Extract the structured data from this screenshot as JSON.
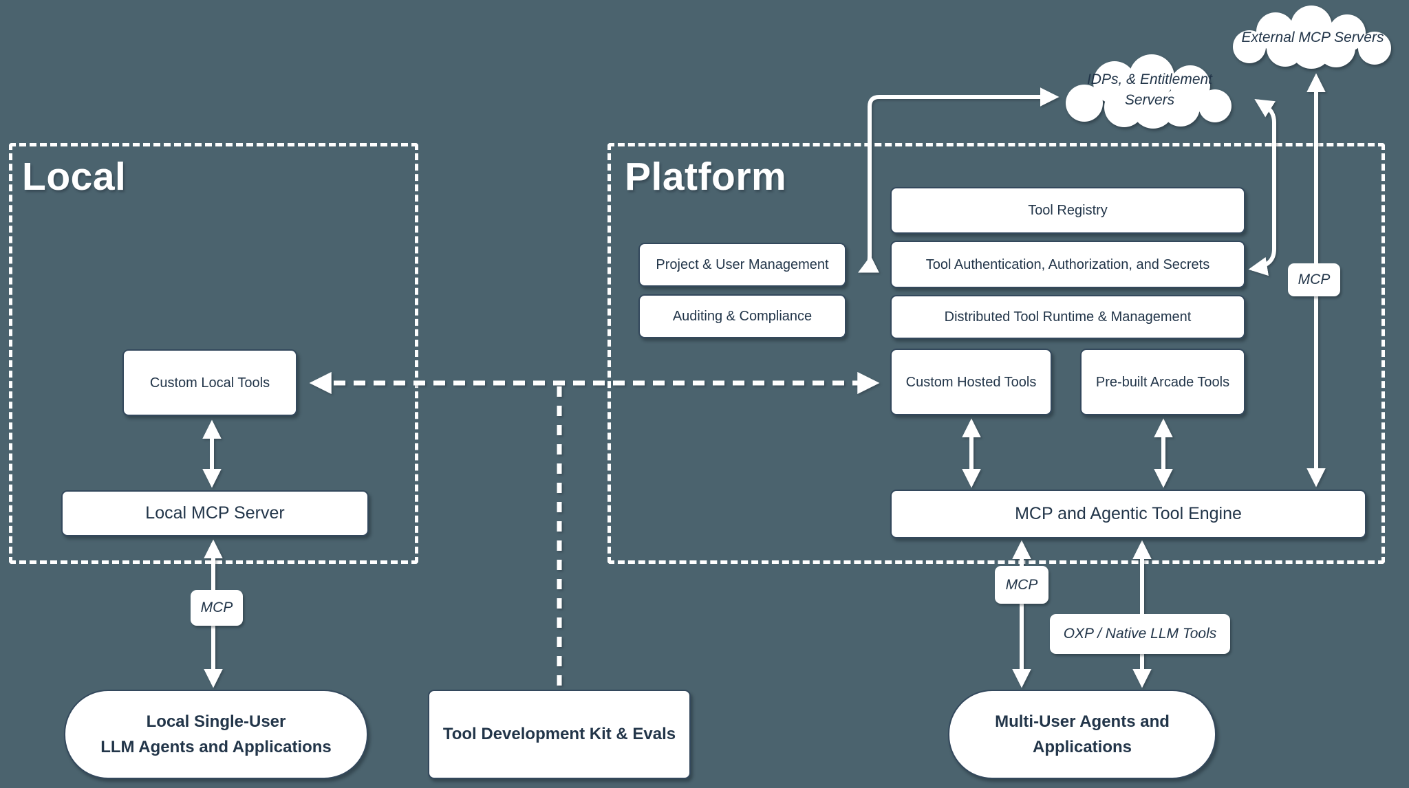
{
  "groups": {
    "local": {
      "title": "Local"
    },
    "platform": {
      "title": "Platform"
    }
  },
  "clouds": {
    "external": {
      "label": "External MCP Servers"
    },
    "idp": {
      "label_line1": "IDPs, & Entitlement",
      "label_line2": "Servers"
    }
  },
  "nodes": {
    "custom_local_tools": {
      "label": "Custom Local Tools"
    },
    "local_mcp_server": {
      "label": "Local MCP Server"
    },
    "project_user_mgmt": {
      "label": "Project & User Management"
    },
    "auditing_compliance": {
      "label": "Auditing & Compliance"
    },
    "tool_registry": {
      "label": "Tool Registry"
    },
    "tool_auth": {
      "label": "Tool Authentication, Authorization, and Secrets"
    },
    "distributed_runtime": {
      "label": "Distributed Tool Runtime & Management"
    },
    "custom_hosted_tools": {
      "label": "Custom Hosted Tools"
    },
    "prebuilt_arcade_tools": {
      "label": "Pre-built Arcade Tools"
    },
    "mcp_engine": {
      "label": "MCP and Agentic Tool Engine"
    },
    "local_agents": {
      "line1": "Local Single-User",
      "line2": "LLM Agents and Applications"
    },
    "tool_dev_kit": {
      "label": "Tool Development Kit & Evals"
    },
    "multi_user_agents": {
      "line1": "Multi-User Agents and",
      "line2": "Applications"
    }
  },
  "edge_labels": {
    "mcp_local": "MCP",
    "mcp_platform": "MCP",
    "mcp_external": "MCP",
    "oxp": "OXP / Native LLM Tools"
  },
  "colors": {
    "background": "#4b636e",
    "ink": "#223549",
    "line": "#ffffff"
  }
}
